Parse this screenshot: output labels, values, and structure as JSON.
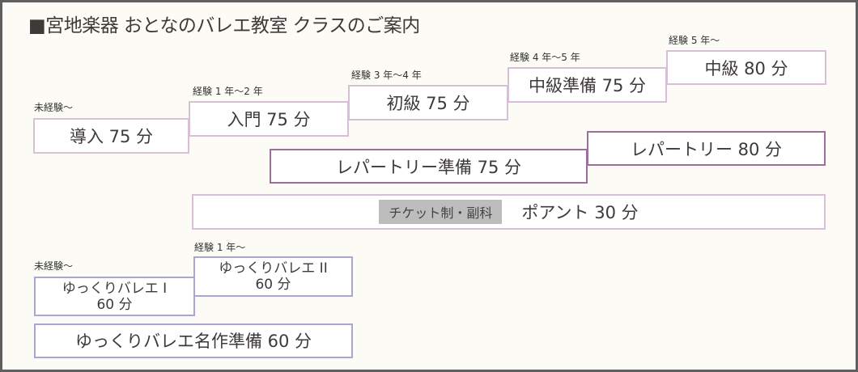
{
  "title": "■宮地楽器 おとなのバレエ教室 クラスのご案内",
  "classes": [
    {
      "label": "未経験～",
      "name": "導入 75 分"
    },
    {
      "label": "経験 1 年～2 年",
      "name": "入門 75 分"
    },
    {
      "label": "経験 3 年～4 年",
      "name": "初級 75 分"
    },
    {
      "label": "経験 4 年～5 年",
      "name": "中級準備 75 分"
    },
    {
      "label": "経験 5 年～",
      "name": "中級 80 分"
    }
  ],
  "repertoire_prep": "レパートリー準備 75 分",
  "repertoire": "レパートリー 80 分",
  "pointe": {
    "tag": "チケット制・副科",
    "name": "ポアント 30 分"
  },
  "slow": [
    {
      "label": "未経験～",
      "name": "ゆっくりバレエ I",
      "duration": "60 分"
    },
    {
      "label": "経験 1 年～",
      "name": "ゆっくりバレエ II",
      "duration": "60 分"
    }
  ],
  "slow_masterpiece": "ゆっくりバレエ名作準備 60 分",
  "colors": {
    "pink_border": "#d9bfd6",
    "purple_border": "#9c6f9a",
    "blue_border": "#a9a7cf",
    "tag_bg": "#bdbdbd"
  }
}
